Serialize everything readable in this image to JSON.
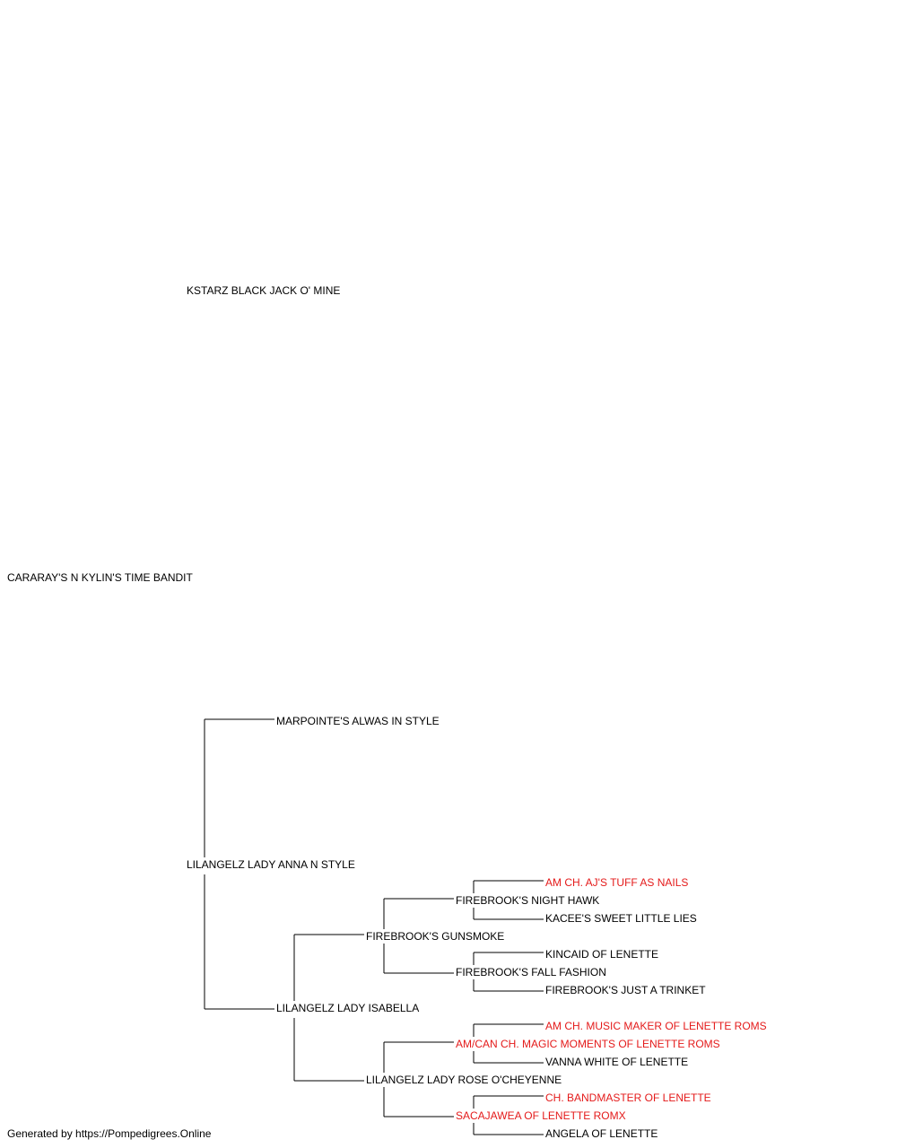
{
  "pedigree": {
    "subject": "CARARAY'S N KYLIN'S TIME BANDIT",
    "sire": {
      "name": "KSTARZ BLACK JACK O' MINE"
    },
    "dam": {
      "name": "LILANGELZ LADY ANNA N STYLE",
      "sire": {
        "name": "MARPOINTE'S ALWAS IN STYLE"
      },
      "dam": {
        "name": "LILANGELZ LADY ISABELLA",
        "sire": {
          "name": "FIREBROOK'S GUNSMOKE",
          "sire": {
            "name": "FIREBROOK'S NIGHT HAWK",
            "sire": {
              "name": "AM CH. AJ'S TUFF AS NAILS",
              "titled": true
            },
            "dam": {
              "name": "KACEE'S SWEET LITTLE LIES"
            }
          },
          "dam": {
            "name": "FIREBROOK'S FALL FASHION",
            "sire": {
              "name": "KINCAID OF LENETTE"
            },
            "dam": {
              "name": "FIREBROOK'S JUST A TRINKET"
            }
          }
        },
        "dam": {
          "name": "LILANGELZ LADY ROSE O'CHEYENNE",
          "sire": {
            "name": "AM/CAN CH. MAGIC MOMENTS OF LENETTE ROMS",
            "titled": true,
            "sire": {
              "name": "AM CH. MUSIC MAKER OF LENETTE ROMS",
              "titled": true
            },
            "dam": {
              "name": "VANNA WHITE OF LENETTE"
            }
          },
          "dam": {
            "name": "SACAJAWEA OF LENETTE ROMX",
            "titled": true,
            "sire": {
              "name": "CH. BANDMASTER OF LENETTE",
              "titled": true
            },
            "dam": {
              "name": "ANGELA OF LENETTE"
            }
          }
        }
      }
    }
  },
  "colors": {
    "titled": "#e41a1a",
    "text": "#000000",
    "line": "#000000"
  },
  "footer": "Generated by https://Pompedigrees.Online"
}
